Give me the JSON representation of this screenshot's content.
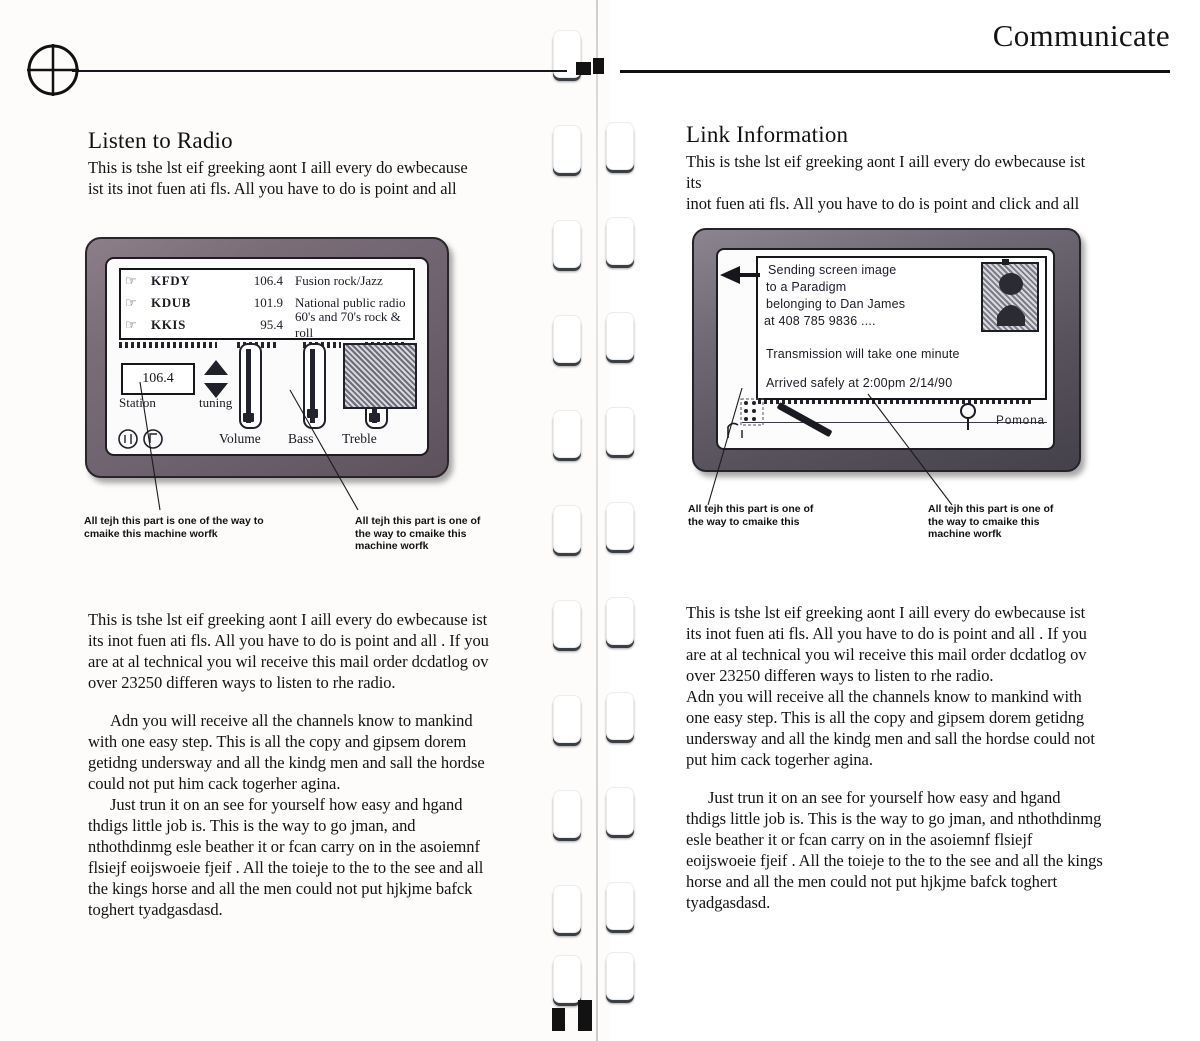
{
  "page": {
    "running_head": "Communicate",
    "registration_mark": "crosshair-registration-mark"
  },
  "left_column": {
    "heading": "Listen to Radio",
    "intro_lines": [
      "This is tshe lst eif greeking aont I aill every do ewbecause",
      "ist its inot fuen ati fls. All you have to do is point and  all"
    ],
    "body_paragraphs": [
      "This is tshe lst eif greeking aont I aill every do ewbecause ist its inot fuen ati fls. All you have to do is point and  all . If you are at al technical you wil receive this mail order dcdatlog ov over 23250 differen ways to listen to rhe radio.",
      "Adn you will receive all the channels know to mankind with one easy step. This is all the copy and gipsem dorem getidng undersway and all the kindg men and sall the hordse could not put him cack togerher agina.",
      "Just trun it on an see for yourself how easy and hgand thdigs little job is. This is the way to go jman, and nthothdinmg esle beather it or fcan carry on in the asoiemnf flsiejf eoijswoeie fjeif . All the toieje to the to the see and all the kings horse and all the men could not put hjkjme bafck toghert tyadgasdasd."
    ],
    "callouts": [
      "All tejh this part is one of the way to cmaike this machine worfk",
      "All tejh this part is one of the way to cmaike this machine worfk"
    ]
  },
  "right_column": {
    "heading": "Link Information",
    "intro_lines": [
      "This is tshe lst eif greeking aont I aill every do ewbecause ist its",
      "inot fuen ati fls. All you have to do is point and click and all"
    ],
    "body_paragraphs": [
      "This is tshe lst eif greeking aont I aill every do ewbecause ist its inot fuen ati fls. All you have to do is point and  all . If you are at al technical you wil receive this mail order dcdatlog ov over 23250 differen ways to listen to rhe radio.",
      "Adn you will receive all the channels know to mankind with one easy step. This is all the copy and gipsem dorem getidng undersway and all the kindg men and sall the hordse could not put him cack togerher agina.",
      "Just trun it on an see for yourself how easy and hgand thdigs little job is. This is the way to go jman, and nthothdinmg esle beather it or fcan carry on in the asoiemnf flsiejf eoijswoeie fjeif . All the toieje to the to the see and all the kings horse and all the men could not put hjkjme bafck toghert tyadgasdasd."
    ],
    "callouts": [
      "All tejh this part is one of the way to cmaike this",
      "All tejh this part is one of the way to cmaike this machine worfk"
    ]
  },
  "radio_device": {
    "name": "radio-device-illustration",
    "stations": [
      {
        "check": "☞",
        "call": "KFDY",
        "freq": "106.4",
        "desc": "Fusion rock/Jazz"
      },
      {
        "check": "☞",
        "call": "KDUB",
        "freq": "101.9",
        "desc": "National public radio"
      },
      {
        "check": "☞",
        "call": "KKIS",
        "freq": "95.4",
        "desc": "60's and 70's rock & roll"
      }
    ],
    "station_field_value": "106.4",
    "station_label": "Station",
    "tuning_label": "tuning",
    "sliders": [
      {
        "label": "Volume",
        "level": 0.92
      },
      {
        "label": "Bass",
        "level": 0.88
      },
      {
        "label": "Treble",
        "level": 0.92
      }
    ],
    "thumbnail": "boombox-thumbnail-icon",
    "corner_icons": [
      "speaker-icon",
      "note-icon"
    ],
    "up_arrow": "up-arrow-icon",
    "down_arrow": "down-arrow-icon"
  },
  "comm_device": {
    "name": "communicator-device-illustration",
    "message_lines": [
      "Sending screen image",
      "to a Paradigm",
      "belonging to Dan James",
      "at 408 785 9836 ...."
    ],
    "status_line": "Transmission will take one minute",
    "confirm_line": "Arrived  safely  at  2:00pm 2/14/90",
    "photo_thumbnail": "portrait-photo-thumbnail",
    "footer_label": "Pomona",
    "stylus": "stylus-pen-icon",
    "handle_icon": "lamp-handle-icon"
  }
}
